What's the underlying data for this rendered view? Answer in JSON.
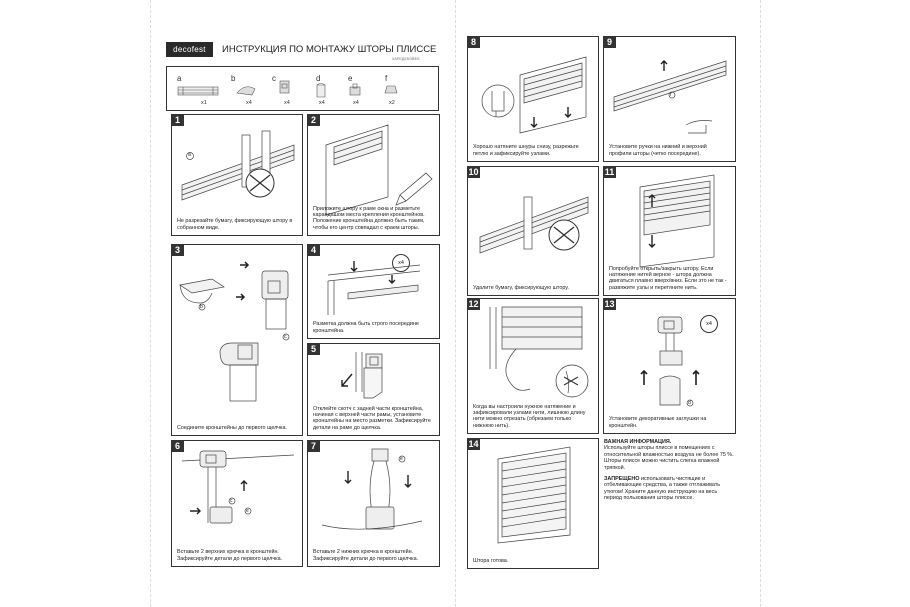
{
  "header": {
    "logo": "decofest",
    "title": "ИНСТРУКЦИЯ ПО МОНТАЖУ ШТОРЫ ПЛИССЕ",
    "code": "ЗАРЕДЕКОВЕБ"
  },
  "parts": [
    {
      "letter": "a",
      "qty": "x1"
    },
    {
      "letter": "b",
      "qty": "x4"
    },
    {
      "letter": "c",
      "qty": "x4"
    },
    {
      "letter": "d",
      "qty": "x4"
    },
    {
      "letter": "e",
      "qty": "x4"
    },
    {
      "letter": "f",
      "qty": "x2"
    }
  ],
  "steps": {
    "s1": {
      "num": "1",
      "text": "Не разрезайте бумагу, фиксирующую штору в собранном виде."
    },
    "s2": {
      "num": "2",
      "text": "Приложите штору к раме окна и разметьте карандашом места крепления кронштейнов. Положение кронштейна должно быть таким, чтобы его центр совпадал с краем шторы."
    },
    "s3": {
      "num": "3",
      "text": "Соедините кронштейны до первого щелчка."
    },
    "s4": {
      "num": "4",
      "text": "Разметка должна быть строго посередине кронштейна.",
      "badge": "x4"
    },
    "s5": {
      "num": "5",
      "text": "Отклейте скотч с задней части кронштейна, начиная с верхней части рамы, установите кронштейны на место разметки. Зафиксируйте детали на раме до щелчка."
    },
    "s6": {
      "num": "6",
      "text": "Вставьте 2 верхних крючка в кронштейн. Зафиксируйте детали до первого щелчка."
    },
    "s7": {
      "num": "7",
      "text": "Вставьте 2 нижних крючка в кронштейн. Зафиксируйте детали до первого щелчка."
    },
    "s8": {
      "num": "8",
      "text": "Хорошо натяните шнуры снизу, разрежьте петлю и зафиксируйте узлами."
    },
    "s9": {
      "num": "9",
      "text": "Установите ручки на нижний и верхний профили шторы (четко посередине)."
    },
    "s10": {
      "num": "10",
      "text": "Удалите бумагу, фиксирующую штору."
    },
    "s11": {
      "num": "11",
      "text": "Попробуйте открыть/закрыть штору. Если натяжение нитей верное - штора должна двигаться плавно вверх/вниз. Если это не так - развяжите узлы и перетяните нить."
    },
    "s12": {
      "num": "12",
      "text": "Когда вы настроили нужное натяжение и зафиксировали узлами нити, лишнюю длину нити можно отрезать (обрезаем только нижнюю нить)."
    },
    "s13": {
      "num": "13",
      "text": "Установите декоративные заглушки на кронштейн.",
      "badge": "x4"
    },
    "s14": {
      "num": "14",
      "text": "Штора готова."
    }
  },
  "labels": {
    "a": "a",
    "b": "b",
    "c": "c",
    "d": "d",
    "e": "e",
    "f": "f"
  },
  "info": {
    "title": "ВАЖНАЯ ИНФОРМАЦИЯ.",
    "p1": "Используйте шторы плиссе в помещениях с относительной влажностью воздуха не более 75 %. Шторы плиссе можно чистить слегка влажной тряпкой.",
    "warn_title": "ЗАПРЕЩЕНО",
    "p2": "использовать чистящие и отбеливающие средства, а также отглаживать утюгом! Храните данную инструкцию на весь период пользования шторы плиссе."
  }
}
